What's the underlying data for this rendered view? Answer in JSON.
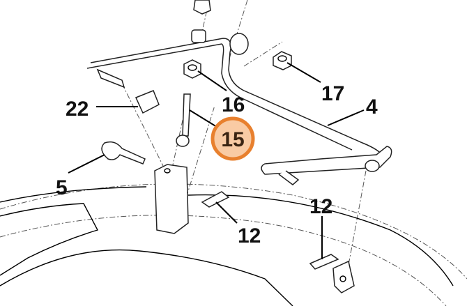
{
  "callouts": [
    {
      "id": "22",
      "label": "22"
    },
    {
      "id": "16",
      "label": "16"
    },
    {
      "id": "17",
      "label": "17"
    },
    {
      "id": "4",
      "label": "4"
    },
    {
      "id": "15",
      "label": "15",
      "highlighted": true
    },
    {
      "id": "5",
      "label": "5"
    },
    {
      "id": "12a",
      "label": "12"
    },
    {
      "id": "12b",
      "label": "12"
    }
  ],
  "colors": {
    "highlight_fill": "#f9cba4",
    "highlight_stroke": "#e8802e",
    "highlight_text": "#3a2412"
  }
}
